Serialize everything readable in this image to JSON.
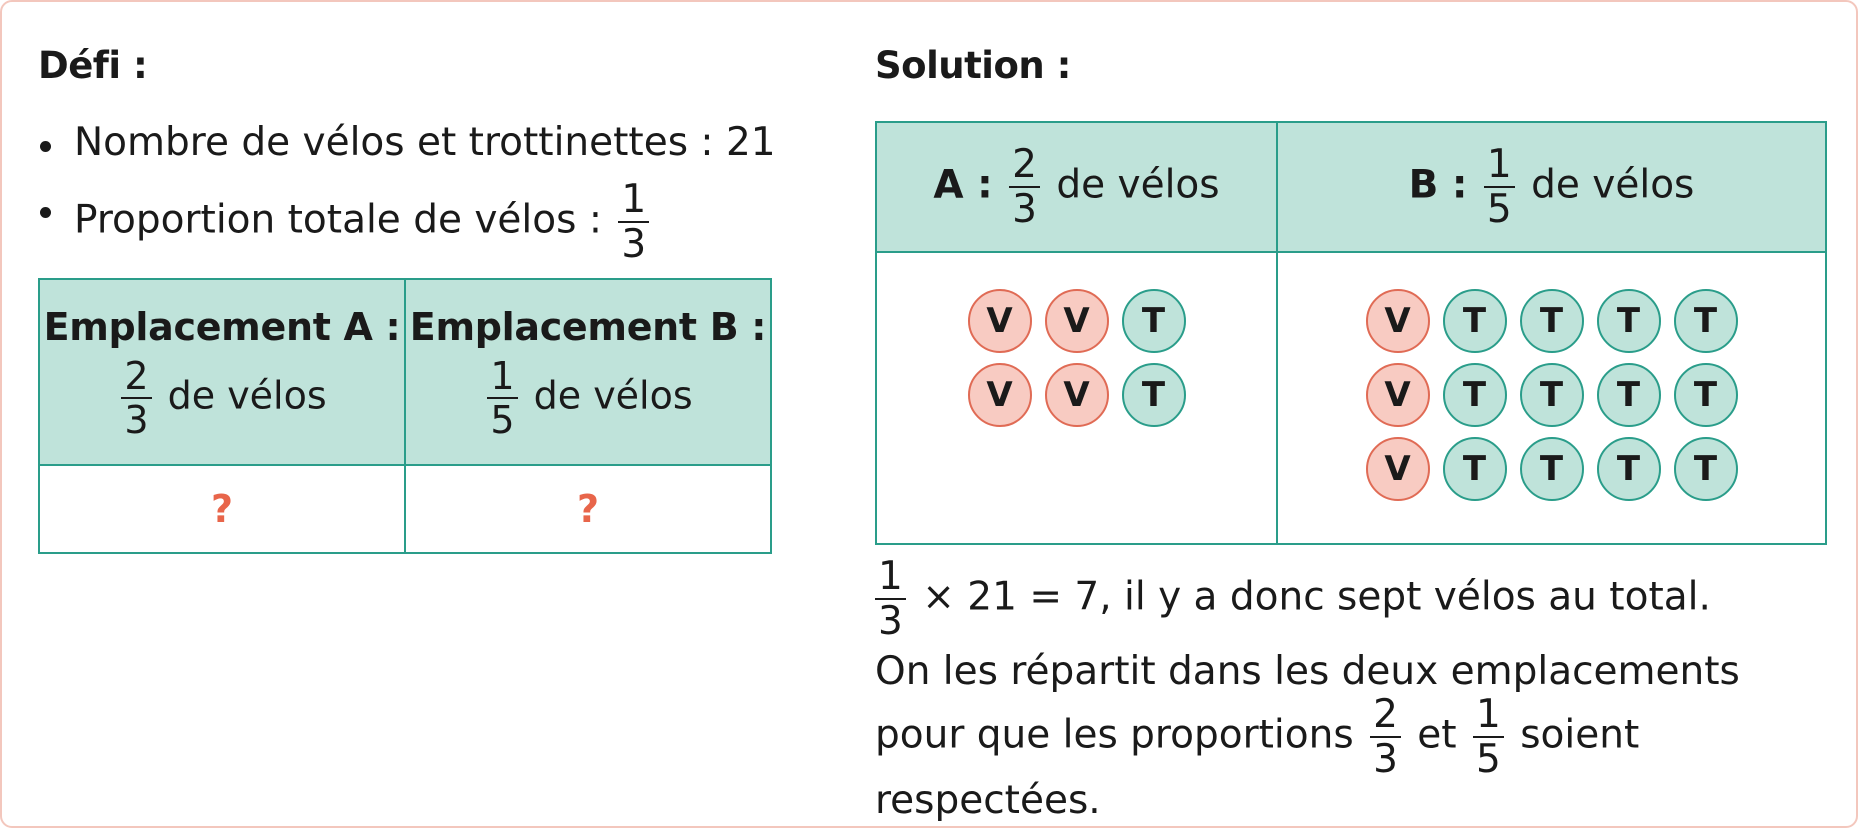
{
  "defi": {
    "title": "Défi :",
    "bullets": {
      "b1": "Nombre de vélos et trottinettes : 21",
      "b2_text": "Proportion totale de vélos :",
      "b2_num": "1",
      "b2_den": "3"
    },
    "table": {
      "a_title": "Emplacement A :",
      "a_num": "2",
      "a_den": "3",
      "a_suffix": "de vélos",
      "b_title": "Emplacement B :",
      "b_num": "1",
      "b_den": "5",
      "b_suffix": "de vélos",
      "a_value": "?",
      "b_value": "?"
    }
  },
  "solution": {
    "title": "Solution :",
    "table": {
      "a_label": "A :",
      "a_num": "2",
      "a_den": "3",
      "a_suffix": "de vélos",
      "b_label": "B :",
      "b_num": "1",
      "b_den": "5",
      "b_suffix": "de vélos"
    },
    "tokens_a": [
      "V",
      "V",
      "T",
      "V",
      "V",
      "T"
    ],
    "tokens_b": [
      "V",
      "T",
      "T",
      "T",
      "T",
      "V",
      "T",
      "T",
      "T",
      "T",
      "V",
      "T",
      "T",
      "T",
      "T"
    ],
    "line1": {
      "num": "1",
      "den": "3",
      "text": "× 21 = 7, il y a donc sept vélos au total."
    },
    "para2": {
      "part1": "On les répartit dans les deux emplacements pour que les proportions",
      "f1_num": "2",
      "f1_den": "3",
      "mid": "et",
      "f2_num": "1",
      "f2_den": "5",
      "part2": "soient respectées."
    }
  },
  "colors": {
    "border": "#f3c7bd",
    "teal": "#2a9d8a",
    "teal_fill": "#bfe3da",
    "coral": "#e06b55",
    "coral_fill": "#f8cbc2",
    "question": "#e8654a"
  },
  "token_labels": {
    "velo": "V",
    "trottinette": "T"
  }
}
